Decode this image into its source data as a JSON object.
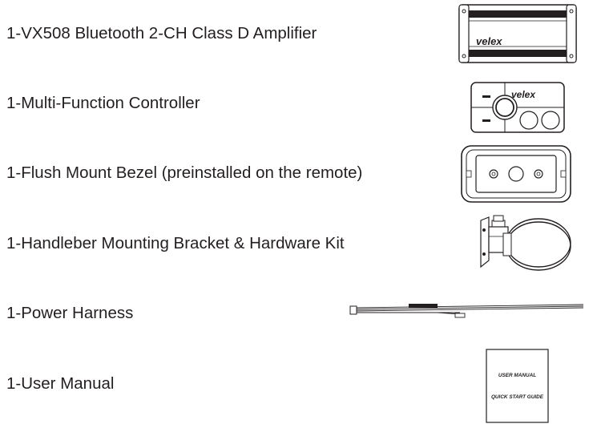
{
  "items": [
    {
      "label": "1-VX508 Bluetooth 2-CH Class D Amplifier",
      "icon": "amplifier-icon"
    },
    {
      "label": "1-Multi-Function Controller",
      "icon": "controller-icon"
    },
    {
      "label": "1-Flush Mount Bezel (preinstalled on the remote)",
      "icon": "bezel-icon"
    },
    {
      "label": "1-Handleber Mounting Bracket & Hardware Kit",
      "icon": "bracket-icon"
    },
    {
      "label": "1-Power Harness",
      "icon": "harness-icon"
    },
    {
      "label": "1-User Manual",
      "icon": "manual-icon"
    }
  ],
  "brand": {
    "logo_text": "velex"
  },
  "manual": {
    "line1": "USER MANUAL",
    "line2": "QUICK START GUIDE"
  }
}
